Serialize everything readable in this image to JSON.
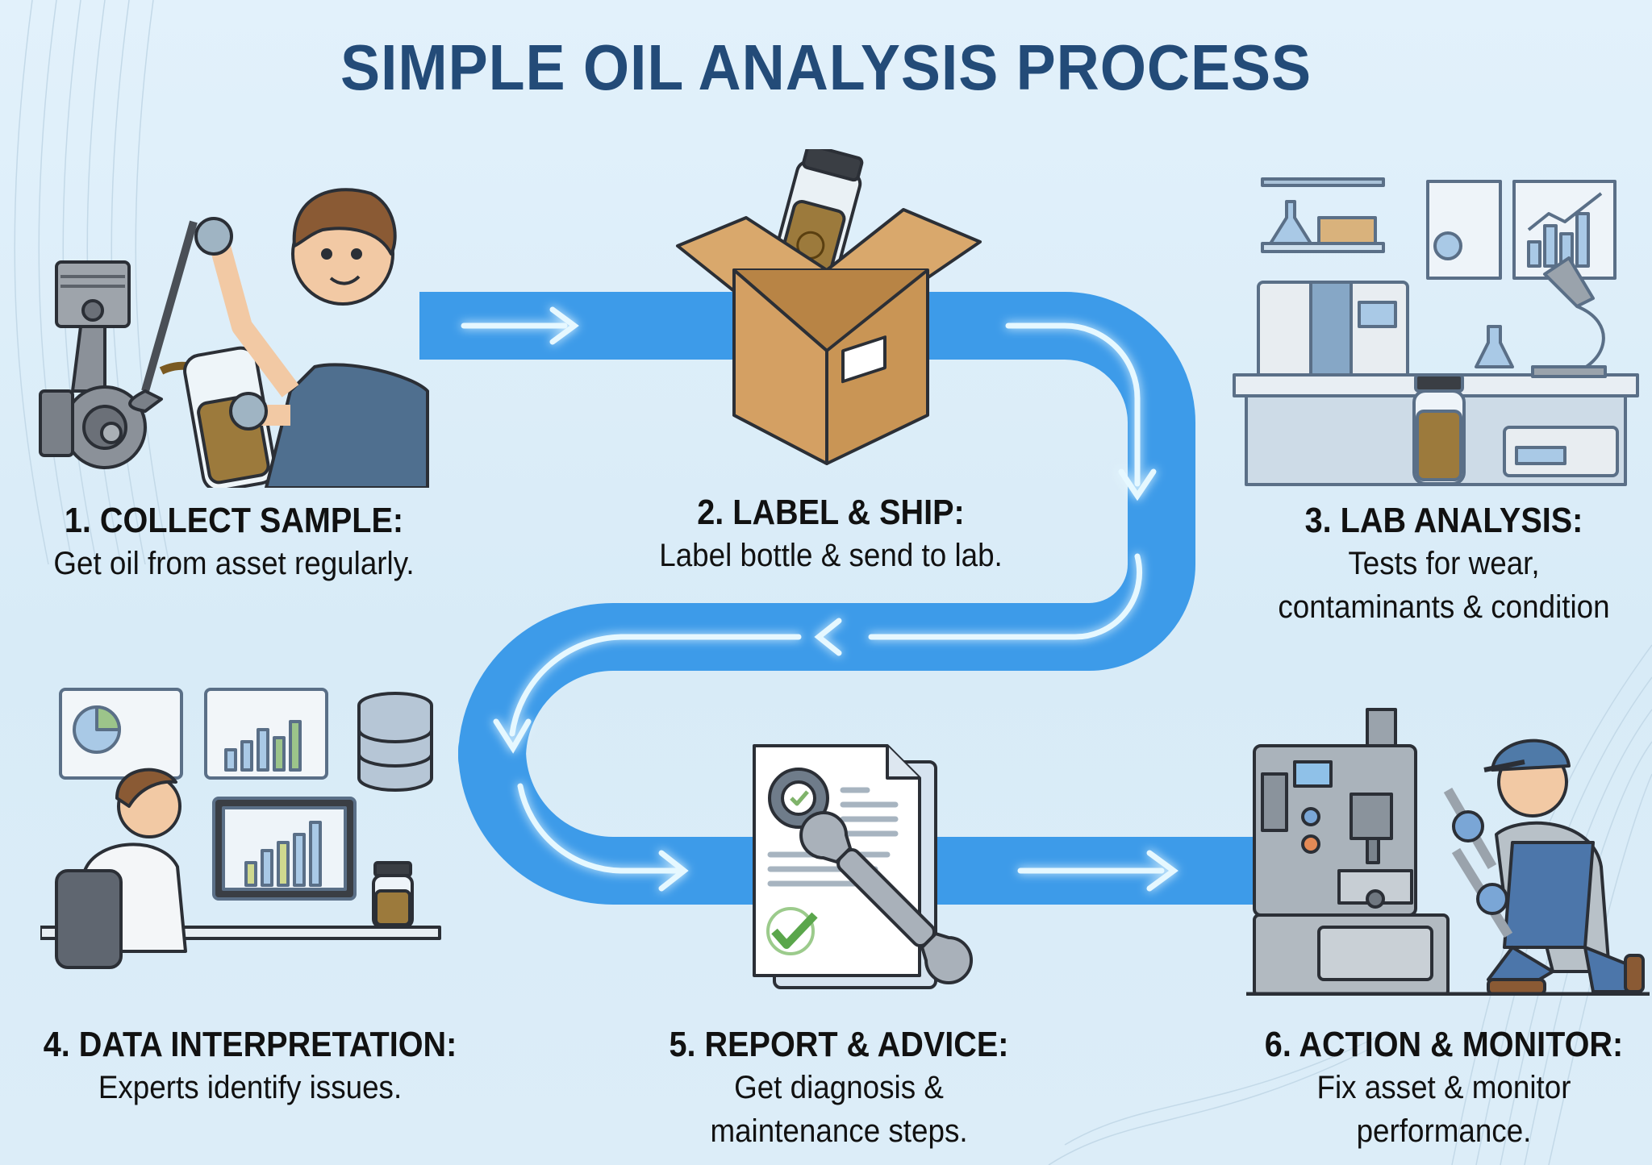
{
  "title": "SIMPLE OIL ANALYSIS PROCESS",
  "colors": {
    "title": "#234b78",
    "flow": "#3d9be9",
    "glow": "#dff6ff",
    "background": "#dcedf8",
    "oil": "#9c7a3c",
    "box": "#d9a86c"
  },
  "steps": [
    {
      "number": 1,
      "heading": "1. COLLECT SAMPLE:",
      "lines": [
        "Get oil from asset regularly."
      ],
      "icon": "technician-collecting-oil-sample"
    },
    {
      "number": 2,
      "heading": "2. LABEL & SHIP:",
      "lines": [
        "Label bottle & send to lab."
      ],
      "icon": "shipping-box-with-bottle"
    },
    {
      "number": 3,
      "heading": "3. LAB ANALYSIS:",
      "lines": [
        "Tests for wear,",
        "contaminants & condition"
      ],
      "icon": "laboratory-equipment"
    },
    {
      "number": 4,
      "heading": "4. DATA INTERPRETATION:",
      "lines": [
        "Experts identify issues."
      ],
      "icon": "analyst-at-computer"
    },
    {
      "number": 5,
      "heading": "5. REPORT & ADVICE:",
      "lines": [
        "Get diagnosis &",
        "maintenance steps."
      ],
      "icon": "report-with-wrench"
    },
    {
      "number": 6,
      "heading": "6. ACTION & MONITOR:",
      "lines": [
        "Fix asset & monitor",
        "performance."
      ],
      "icon": "mechanic-fixing-machine"
    }
  ],
  "flow": {
    "direction": [
      "1→2",
      "2→3",
      "3→4",
      "4→5",
      "5→6"
    ]
  }
}
